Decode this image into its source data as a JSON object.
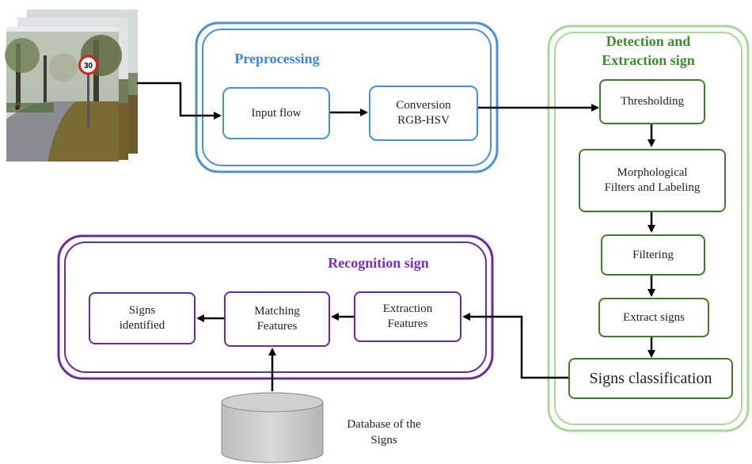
{
  "groups": {
    "preprocessing": {
      "title": "Preprocessing"
    },
    "detection": {
      "title": "Detection and\nExtraction sign"
    },
    "recognition": {
      "title": "Recognition sign"
    }
  },
  "nodes": {
    "input_flow": "Input flow",
    "conversion": "Conversion\nRGB-HSV",
    "thresholding": "Thresholding",
    "morphological": "Morphological\nFilters and Labeling",
    "filtering": "Filtering",
    "extract_signs": "Extract signs",
    "signs_classification": "Signs classification",
    "extraction_features": "Extraction\nFeatures",
    "matching_features": "Matching\nFeatures",
    "signs_identified": "Signs\nidentified"
  },
  "database": {
    "label": "Database of the\nSigns"
  },
  "photo": {
    "sign_text": "30"
  },
  "colors": {
    "preprocessing": "#4a90d9",
    "detection": "#3f7d2c",
    "recognition": "#6a2aa0"
  }
}
